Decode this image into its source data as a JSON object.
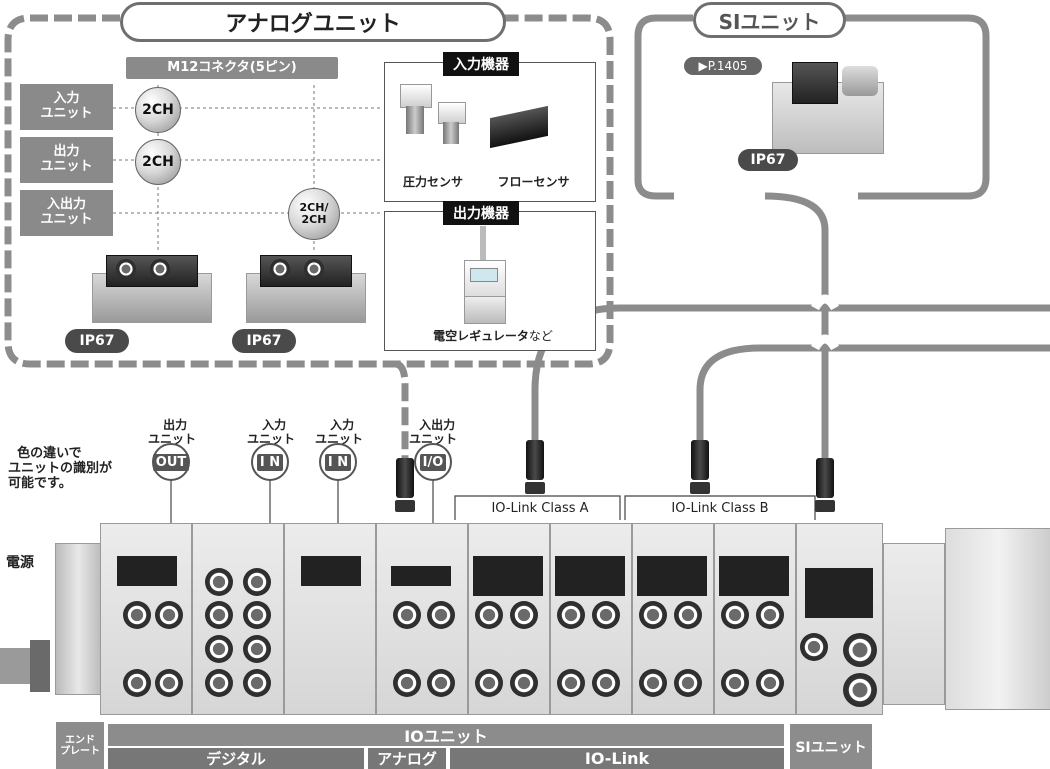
{
  "analog_unit": {
    "title": "アナログユニット",
    "connector_label": "M12コネクタ(5ピン)",
    "rows": [
      {
        "label": "入力\nユニット",
        "ch": "2CH"
      },
      {
        "label": "出力\nユニット",
        "ch": "2CH"
      },
      {
        "label": "入出力\nユニット",
        "ch": "2CH/\n2CH"
      }
    ],
    "ip_badges": [
      "IP67",
      "IP67"
    ],
    "input_devices": {
      "title": "入力機器",
      "items": [
        "圧力センサ",
        "フローセンサ"
      ]
    },
    "output_devices": {
      "title": "出力機器",
      "item_main": "電空レギュレータ",
      "item_suffix": "など"
    }
  },
  "si_unit": {
    "title": "SIユニット",
    "page_ref": "▶P.1405",
    "ip_badge": "IP67"
  },
  "side_note": "色の違いで\nユニットの識別が\n可能です。",
  "power_label": "電源",
  "unit_labels": [
    {
      "label": "出力\nユニット",
      "badge": "OUT"
    },
    {
      "label": "入力\nユニット",
      "badge": "I N"
    },
    {
      "label": "入力\nユニット",
      "badge": "I N"
    },
    {
      "label": "入出力\nユニット",
      "badge": "I/O"
    }
  ],
  "iolink_labels": [
    "IO-Link Class A",
    "IO-Link Class B"
  ],
  "bottom": {
    "end_plate": "エンド\nプレート",
    "io_unit": "IOユニット",
    "digital": "デジタル",
    "analog": "アナログ",
    "iolink": "IO-Link",
    "si_unit": "SIユニット"
  },
  "colors": {
    "frame_gray": "#8c8c8c",
    "badge_dark": "#4a4a4a",
    "device_title_bg": "#111111"
  }
}
